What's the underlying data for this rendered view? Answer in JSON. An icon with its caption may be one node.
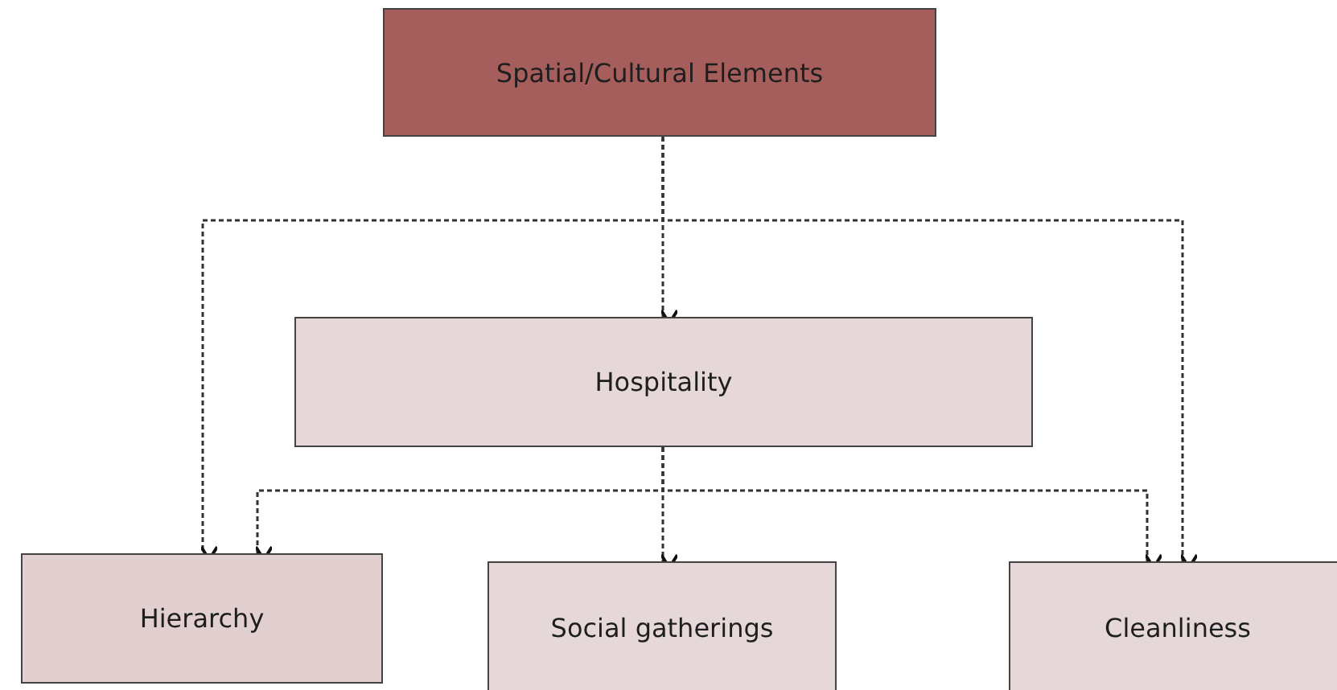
{
  "diagram": {
    "nodes": [
      {
        "text": [
          "Spatial/Cultural Elements"
        ]
      },
      {
        "text": [
          "Hospitality"
        ]
      },
      {
        "text": [
          "Hierarchy"
        ]
      },
      {
        "text": [
          "Social gatherings"
        ]
      },
      {
        "text": [
          "Cleanliness"
        ]
      }
    ],
    "edges": [
      {
        "from": 0,
        "to": 1,
        "arrow": "to",
        "style": "dashed"
      },
      {
        "from": 0,
        "to": 2,
        "arrow": "to",
        "style": "dashed"
      },
      {
        "from": 0,
        "to": 4,
        "arrow": "to",
        "style": "dashed"
      },
      {
        "from": 1,
        "to": 2,
        "arrow": "to",
        "style": "dashed"
      },
      {
        "from": 1,
        "to": 3,
        "arrow": "to",
        "style": "dashed"
      },
      {
        "from": 1,
        "to": 4,
        "arrow": "to",
        "style": "dashed"
      }
    ]
  }
}
